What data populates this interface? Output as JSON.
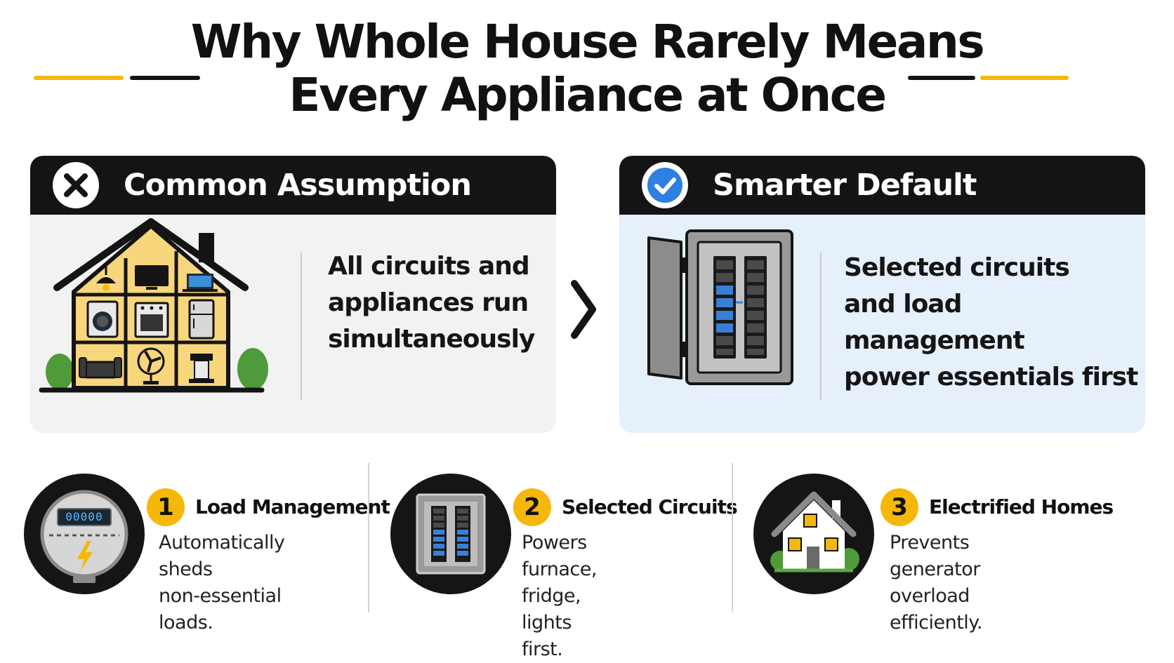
{
  "title": {
    "line1": "Why Whole House Rarely Means",
    "line2": "Every Appliance at Once"
  },
  "colors": {
    "accent_yellow": "#f5b80a",
    "dark": "#141414",
    "left_panel_bg": "#f2f2f2",
    "right_panel_bg": "#e6f0fb",
    "check_blue": "#2f7fe0",
    "breaker_blue": "#3a7fd6"
  },
  "left_panel": {
    "heading": "Common Assumption",
    "heading_icon": "x-circle-icon",
    "illustration": "house-appliances-icon",
    "description": "All circuits and\nappliances run\nsimultaneously"
  },
  "right_panel": {
    "heading": "Smarter Default",
    "heading_icon": "check-circle-icon",
    "illustration": "breaker-panel-icon",
    "description": "Selected circuits\nand load management\npower essentials first"
  },
  "transition_icon": "chevron-right-icon",
  "features": [
    {
      "number": "1",
      "title": "Load Management",
      "description": "Automatically sheds\nnon-essential loads.",
      "icon": "power-meter-icon",
      "meter_display": "00000"
    },
    {
      "number": "2",
      "title": "Selected Circuits",
      "description": "Powers furnace,\nfridge, lights first.",
      "icon": "breaker-panel-icon"
    },
    {
      "number": "3",
      "title": "Electrified Homes",
      "description": "Prevents generator\noverload efficiently.",
      "icon": "home-icon"
    }
  ]
}
